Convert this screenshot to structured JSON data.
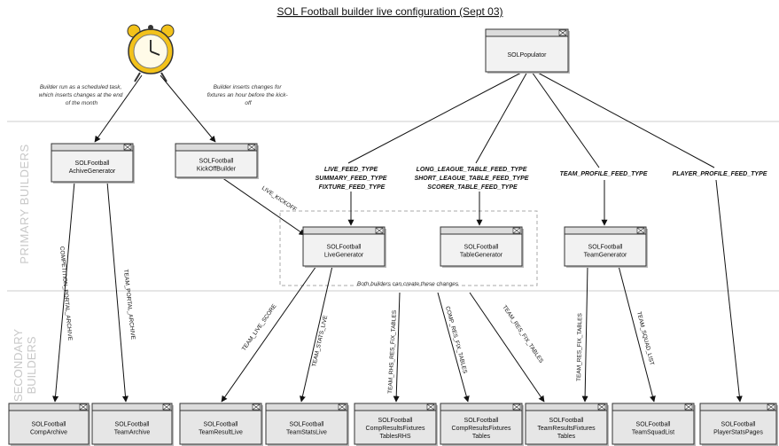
{
  "title": "SOL Football builder live configuration (Sept 03)",
  "sections": {
    "primary": "PRIMARY BUILDERS",
    "secondary_line1": "SECONDARY",
    "secondary_line2": "BUILDERS"
  },
  "notes": {
    "left": [
      "Builder run as a scheduled task,",
      "which inserts changes at the end",
      "of the month"
    ],
    "right": [
      "Builder inserts changes for",
      "fixtures an hour before the kick-",
      "off"
    ],
    "dashed_caption": "Both builders can create these changes"
  },
  "feeds": {
    "live": [
      "LIVE_FEED_TYPE",
      "SUMMARY_FEED_TYPE",
      "FIXTURE_FEED_TYPE"
    ],
    "league": [
      "LONG_LEAGUE_TABLE_FEED_TYPE",
      "SHORT_LEAGUE_TABLE_FEED_TYPE",
      "SCORER_TABLE_FEED_TYPE"
    ],
    "team": [
      "TEAM_PROFILE_FEED_TYPE"
    ],
    "player": [
      "PLAYER_PROFILE_FEED_TYPE"
    ]
  },
  "nodes": {
    "populator": [
      "SOLPopulator"
    ],
    "archive_gen": [
      "SOLFootball",
      "AchiveGenerator"
    ],
    "kickoff": [
      "SOLFootball",
      "KickOffBuilder"
    ],
    "live_gen": [
      "SOLFootball",
      "LiveGenerator"
    ],
    "table_gen": [
      "SOLFootball",
      "TableGenerator"
    ],
    "team_gen": [
      "SOLFootball",
      "TeamGenerator"
    ],
    "comp_archive": [
      "SOLFootball",
      "CompArchive"
    ],
    "team_archive": [
      "SOLFootball",
      "TeamArchive"
    ],
    "team_result_live": [
      "SOLFootball",
      "TeamResultLive"
    ],
    "team_stats_live": [
      "SOLFootball",
      "TeamStatsLive"
    ],
    "comp_rhs": [
      "SOLFootball",
      "CompResultsFixtures",
      "TablesRHS"
    ],
    "comp_tables": [
      "SOLFootball",
      "CompResultsFixtures",
      "Tables"
    ],
    "team_tables": [
      "SOLFootball",
      "TeamResultsFixtures",
      "Tables"
    ],
    "team_squad": [
      "SOLFootball",
      "TeamSquadList"
    ],
    "player_stats": [
      "SOLFootball",
      "PlayerStatsPages"
    ]
  },
  "edge_labels": {
    "live_kickoff": "LIVE_KICKOFF",
    "comp_portal_archive": "COMPETITION_PORTAL_ARCHIVE",
    "team_portal_archive": "TEAM_PORTAL_ARCHIVE",
    "team_live_score": "TEAM_LIVE_SCORE",
    "team_stats_live": "TEAM_STATS_LIVE",
    "team_rhs_res_fix_tables": "TEAM_RHS_RES_FIX_TABLES",
    "comp_res_fix_tables": "COMP_RES_FIX_TABLES",
    "team_res_fix_tables_a": "TEAM_RES_FIX_TABLES",
    "team_res_fix_tables_b": "TEAM_RES_FIX_TABLES",
    "team_squad_list": "TEAM_SQUAD_LIST"
  },
  "colors": {
    "box_fill": "#f2f2f2",
    "box_fill_secondary": "#e6e6e6",
    "box_stroke": "#333333",
    "header_fill": "#dcdcdc",
    "divider": "#cccccc",
    "section_text": "#c8c8c8",
    "clock_body": "#f3c21a"
  }
}
